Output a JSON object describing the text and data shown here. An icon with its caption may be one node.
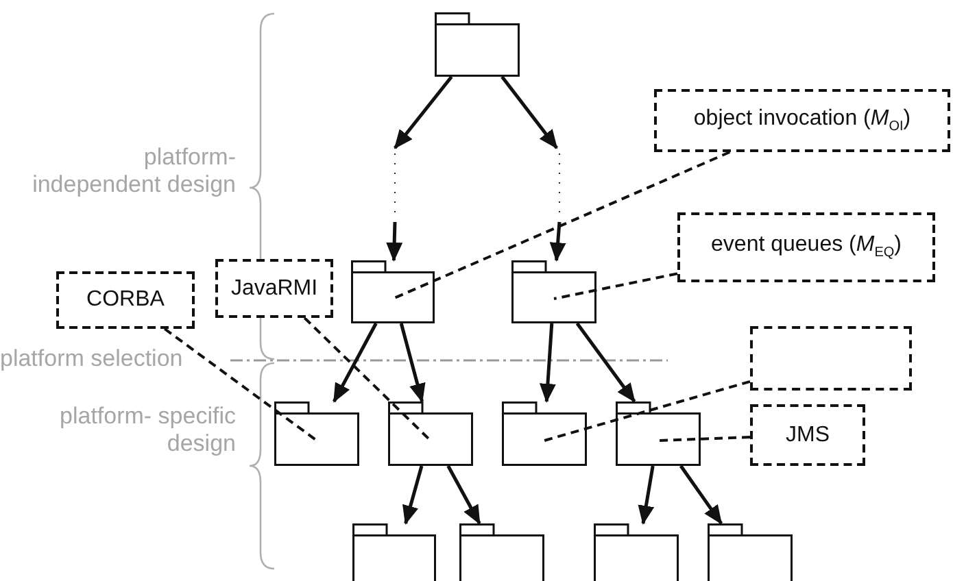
{
  "diagram": {
    "nodes": [
      {
        "text": [],
        "shape": "folder"
      },
      {
        "text": [],
        "shape": "folder"
      },
      {
        "text": [],
        "shape": "folder"
      },
      {
        "text": [],
        "shape": "folder"
      },
      {
        "text": [],
        "shape": "folder"
      },
      {
        "text": [],
        "shape": "folder"
      },
      {
        "text": [],
        "shape": "folder"
      },
      {
        "text": [],
        "shape": "folder"
      },
      {
        "text": [],
        "shape": "folder"
      },
      {
        "text": [],
        "shape": "folder"
      },
      {
        "text": [],
        "shape": "folder"
      },
      {
        "text": [
          "object invocation (*M*$_{OI}$)"
        ]
      },
      {
        "text": [
          "event queues (*M*$_{EQ}$)"
        ]
      },
      {
        "text": [
          "CORBA"
        ]
      },
      {
        "text": [
          "JavaRMI"
        ]
      },
      {
        "text": [],
        "shape": "box"
      },
      {
        "text": [
          "JMS"
        ]
      }
    ],
    "edges": [
      {
        "from": 0,
        "to": null,
        "arrow": "to"
      },
      {
        "from": 0,
        "to": null,
        "arrow": "to"
      },
      {
        "from": null,
        "to": 1,
        "arrow": "to"
      },
      {
        "from": null,
        "to": 2,
        "arrow": "to"
      },
      {
        "from": 1,
        "to": 3,
        "arrow": "to"
      },
      {
        "from": 1,
        "to": 4,
        "arrow": "to"
      },
      {
        "from": 2,
        "to": 5,
        "arrow": "to"
      },
      {
        "from": 2,
        "to": 6,
        "arrow": "to"
      },
      {
        "from": 4,
        "to": 7,
        "arrow": "to"
      },
      {
        "from": 4,
        "to": 8,
        "arrow": "to"
      },
      {
        "from": 6,
        "to": 9,
        "arrow": "to"
      },
      {
        "from": 6,
        "to": 10,
        "arrow": "to"
      },
      {
        "from": 11,
        "to": 1,
        "arrow": "none",
        "style": "dashed"
      },
      {
        "from": 12,
        "to": 2,
        "arrow": "none",
        "style": "dashed"
      },
      {
        "from": 13,
        "to": 3,
        "arrow": "none",
        "style": "dashed"
      },
      {
        "from": 14,
        "to": 4,
        "arrow": "none",
        "style": "dashed"
      },
      {
        "from": 15,
        "to": 5,
        "arrow": "none",
        "style": "dashed"
      },
      {
        "from": 16,
        "to": 6,
        "arrow": "none",
        "style": "dashed"
      }
    ],
    "labels": [
      "platform- independent design",
      "platform selection",
      "platform- specific design"
    ]
  }
}
